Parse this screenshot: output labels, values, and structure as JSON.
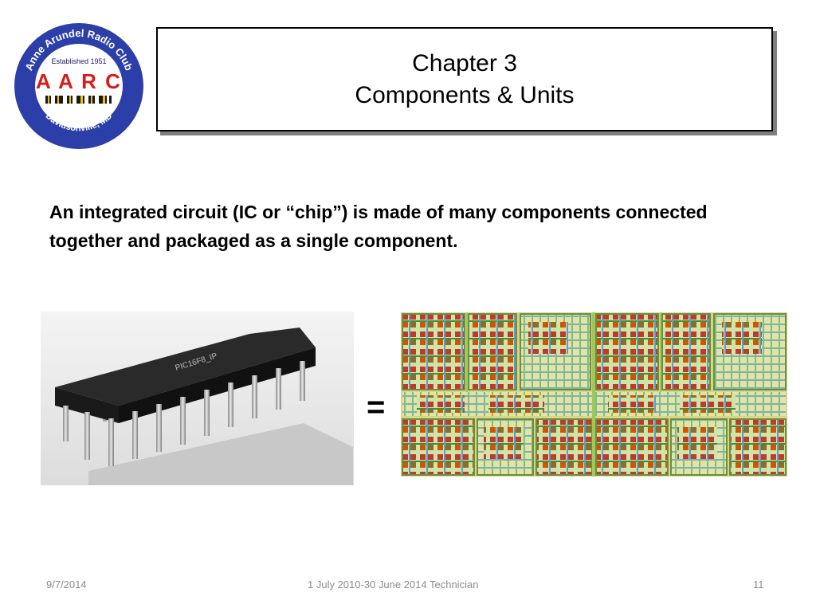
{
  "logo": {
    "icon": "aarc-club-seal",
    "ring_text_top": "Anne Arundel Radio Club",
    "established": "Established 1951",
    "letters": "A A R C",
    "location": "Davidsonville, MD",
    "colors": {
      "ring": "#2c3fa8",
      "inner": "#ffffff",
      "letters": "#d81b1b"
    }
  },
  "title": {
    "line1": "Chapter 3",
    "line2": "Components & Units"
  },
  "body": {
    "text": "An integrated circuit (IC or “chip”) is made of many components connected together and packaged as a single component."
  },
  "figures": {
    "chip_photo_icon": "dip-ic-chip-photo",
    "equals": "=",
    "layout_icon": "ic-die-layout-image"
  },
  "footer": {
    "date": "9/7/2014",
    "center": "1 July 2010-30 June 2014 Technician",
    "page": "11"
  }
}
